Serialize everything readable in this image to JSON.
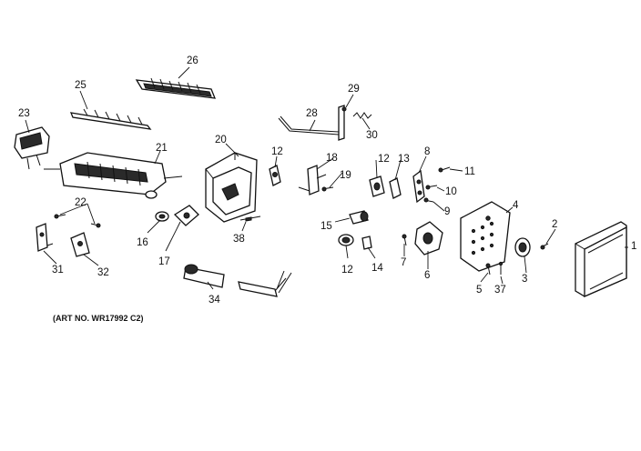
{
  "diagram": {
    "caption": "(ART NO. WR17992 C2)",
    "callouts": [
      {
        "id": "c1",
        "text": "1"
      },
      {
        "id": "c2",
        "text": "2"
      },
      {
        "id": "c3",
        "text": "3"
      },
      {
        "id": "c4",
        "text": "4"
      },
      {
        "id": "c5",
        "text": "5"
      },
      {
        "id": "c6",
        "text": "6"
      },
      {
        "id": "c7",
        "text": "7"
      },
      {
        "id": "c8",
        "text": "8"
      },
      {
        "id": "c9",
        "text": "9"
      },
      {
        "id": "c10",
        "text": "10"
      },
      {
        "id": "c11",
        "text": "11"
      },
      {
        "id": "c12a",
        "text": "12"
      },
      {
        "id": "c12b",
        "text": "12"
      },
      {
        "id": "c12c",
        "text": "12"
      },
      {
        "id": "c13",
        "text": "13"
      },
      {
        "id": "c14",
        "text": "14"
      },
      {
        "id": "c15",
        "text": "15"
      },
      {
        "id": "c16",
        "text": "16"
      },
      {
        "id": "c17",
        "text": "17"
      },
      {
        "id": "c18",
        "text": "18"
      },
      {
        "id": "c19",
        "text": "19"
      },
      {
        "id": "c20",
        "text": "20"
      },
      {
        "id": "c21",
        "text": "21"
      },
      {
        "id": "c22",
        "text": "22"
      },
      {
        "id": "c23",
        "text": "23"
      },
      {
        "id": "c25",
        "text": "25"
      },
      {
        "id": "c26",
        "text": "26"
      },
      {
        "id": "c28",
        "text": "28"
      },
      {
        "id": "c29",
        "text": "29"
      },
      {
        "id": "c30",
        "text": "30"
      },
      {
        "id": "c31",
        "text": "31"
      },
      {
        "id": "c32",
        "text": "32"
      },
      {
        "id": "c34",
        "text": "34"
      },
      {
        "id": "c37",
        "text": "37"
      },
      {
        "id": "c38",
        "text": "38"
      }
    ]
  }
}
